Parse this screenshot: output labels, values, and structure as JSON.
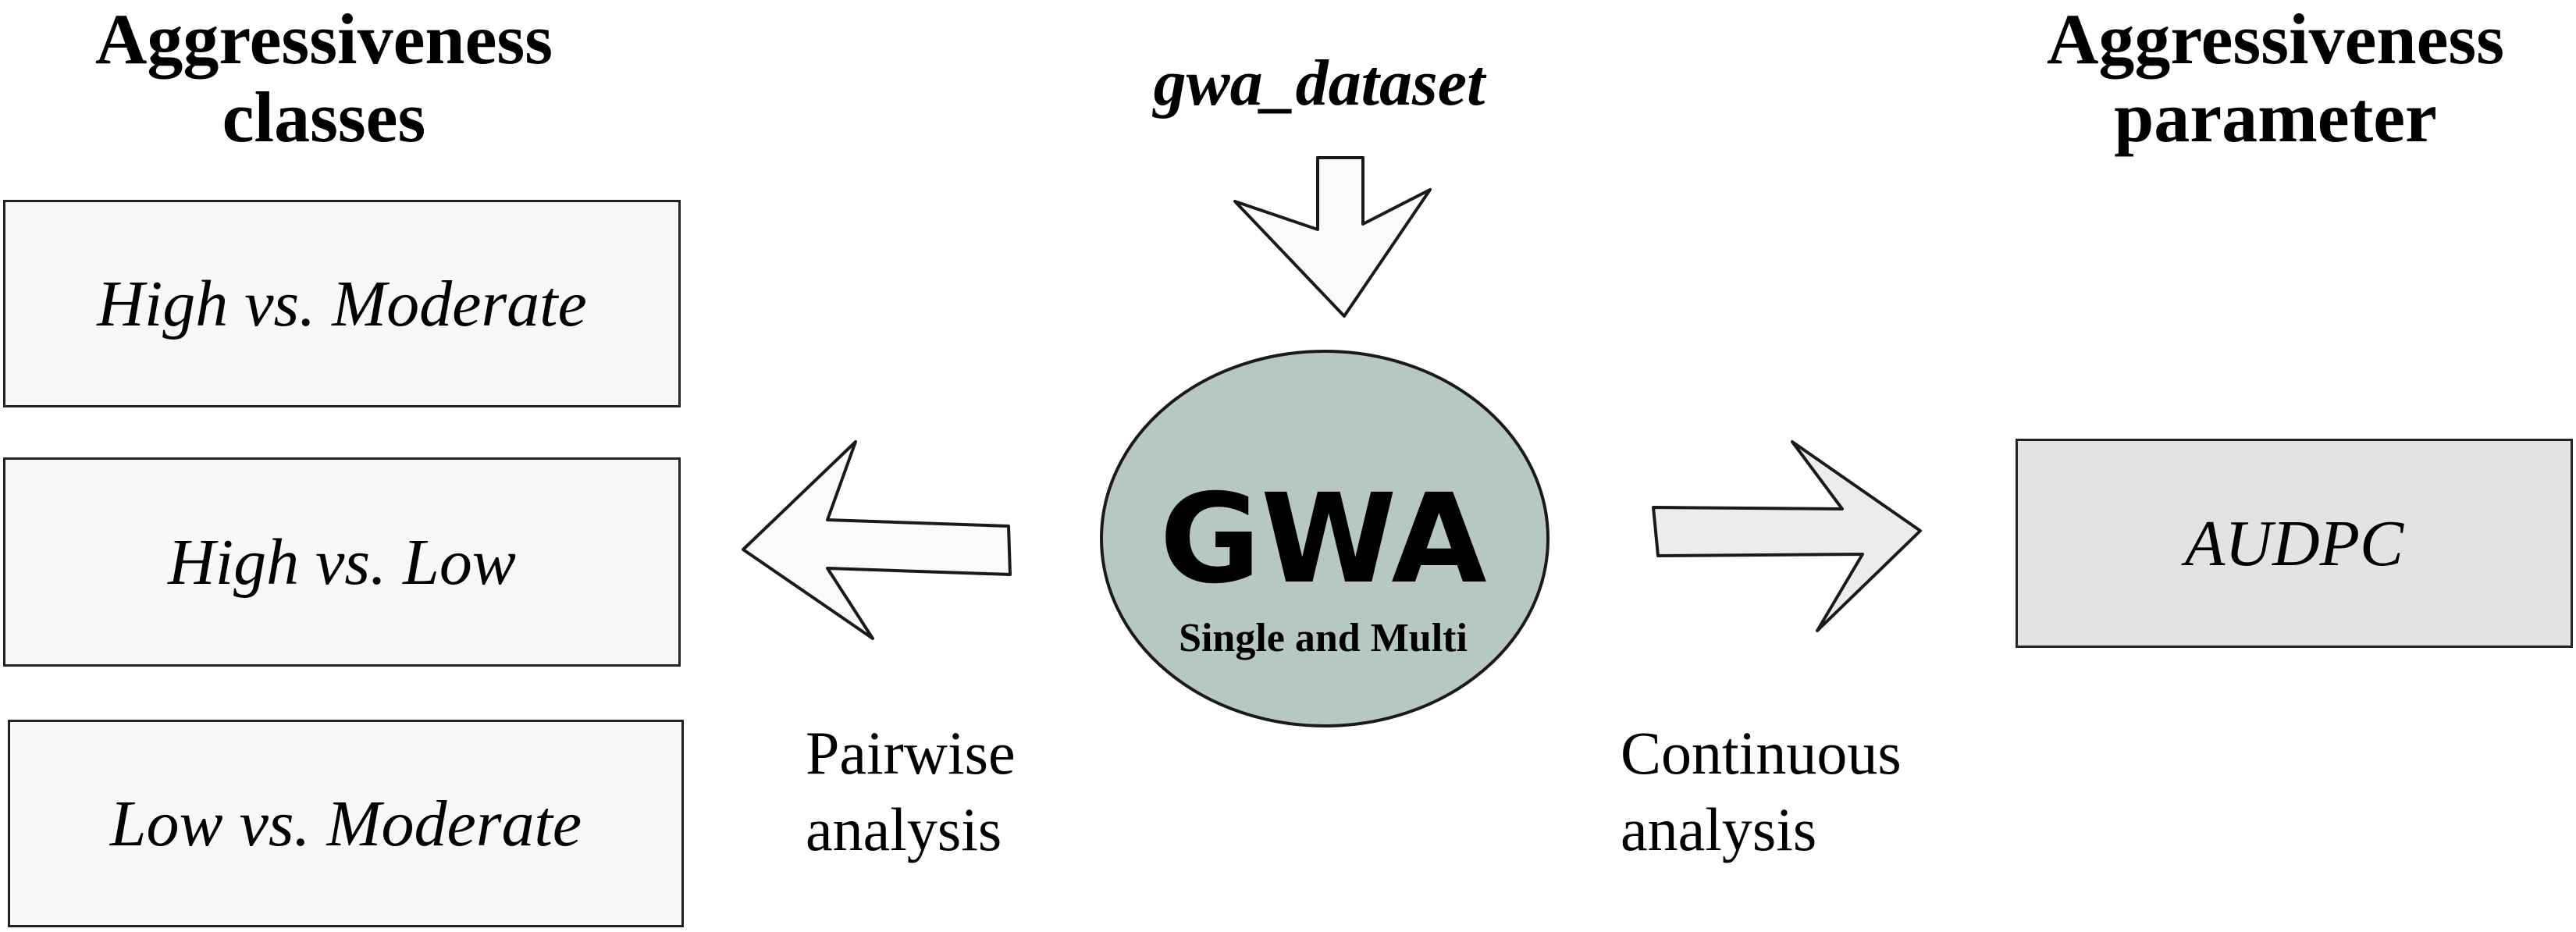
{
  "headings": {
    "left": [
      "Aggressiveness",
      "classes"
    ],
    "right": [
      "Aggressiveness",
      "parameter"
    ]
  },
  "input": {
    "label": "gwa_dataset"
  },
  "center_node": {
    "title": "GWA",
    "subtitle": "Single and Multi",
    "fill": "#b7c7c2"
  },
  "classes": [
    "High vs. Moderate",
    "High vs. Low",
    "Low vs. Moderate"
  ],
  "parameter": {
    "label": "AUDPC"
  },
  "edges": {
    "pairwise": [
      "Pairwise",
      "analysis"
    ],
    "continuous": [
      "Continuous",
      "analysis"
    ]
  },
  "colors": {
    "class_box": "#f8f8f8",
    "parameter_box": "#e3e3e3",
    "arrow_fill": "#fafafa",
    "right_arrow_fill": "#ececec"
  }
}
